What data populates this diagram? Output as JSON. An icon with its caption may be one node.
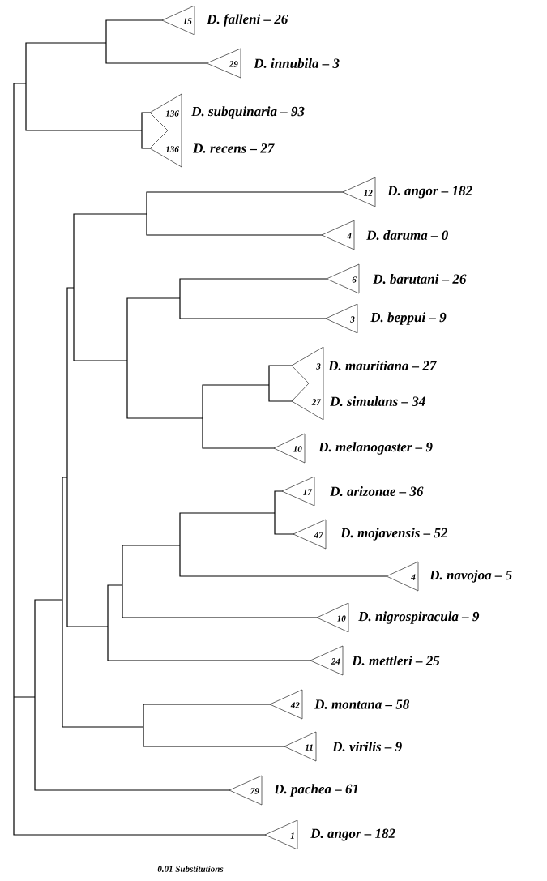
{
  "diagram": {
    "nodes": [
      {
        "text": [
          "15"
        ],
        "beside": [
          "D. falleni – 26"
        ]
      },
      {
        "text": [
          "29"
        ],
        "beside": [
          "D. innubila – 3"
        ]
      },
      {
        "text": [
          "136",
          "136"
        ],
        "beside": [
          "D. subquinaria – 93",
          "D. recens – 27"
        ]
      },
      {
        "text": [
          "12"
        ],
        "beside": [
          "D. angor – 182"
        ]
      },
      {
        "text": [
          "4"
        ],
        "beside": [
          "D. daruma – 0"
        ]
      },
      {
        "text": [
          "6"
        ],
        "beside": [
          "D. barutani – 26"
        ]
      },
      {
        "text": [
          "3"
        ],
        "beside": [
          "D. beppui – 9"
        ]
      },
      {
        "text": [
          "3",
          "27"
        ],
        "beside": [
          "D. mauritiana – 27",
          "D. simulans – 34"
        ]
      },
      {
        "text": [
          "10"
        ],
        "beside": [
          "D. melanogaster – 9"
        ]
      },
      {
        "text": [
          "17"
        ],
        "beside": [
          "D. arizonae – 36"
        ]
      },
      {
        "text": [
          "47"
        ],
        "beside": [
          "D. mojavensis – 52"
        ]
      },
      {
        "text": [
          "4"
        ],
        "beside": [
          "D. navojoa – 5"
        ]
      },
      {
        "text": [
          "10"
        ],
        "beside": [
          "D. nigrospiracula – 9"
        ]
      },
      {
        "text": [
          "24"
        ],
        "beside": [
          "D. mettleri – 25"
        ]
      },
      {
        "text": [
          "42"
        ],
        "beside": [
          "D. montana – 58"
        ]
      },
      {
        "text": [
          "11"
        ],
        "beside": [
          "D. virilis – 9"
        ]
      },
      {
        "text": [
          "79"
        ],
        "beside": [
          "D. pachea – 61"
        ]
      },
      {
        "text": [
          "1"
        ],
        "beside": [
          "D. angor – 182"
        ]
      }
    ],
    "labels": [
      "0.01 Substitutions"
    ]
  }
}
